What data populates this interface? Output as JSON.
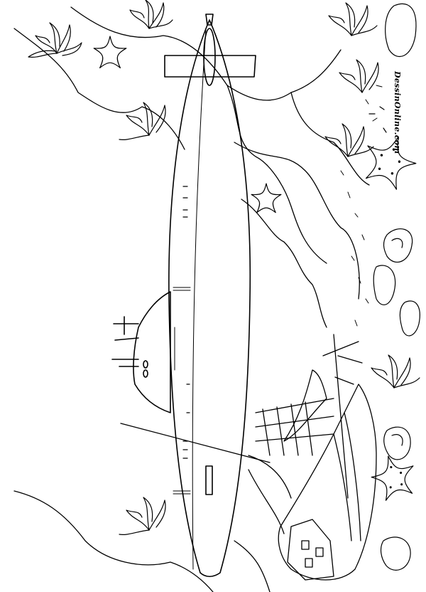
{
  "image": {
    "kind": "coloring-page line art",
    "subject": "submarine above a sunken sailing ship on the sea floor",
    "watermark_text": "DessinOnline.com",
    "colors": {
      "line": "#000000",
      "paper": "#ffffff"
    }
  }
}
